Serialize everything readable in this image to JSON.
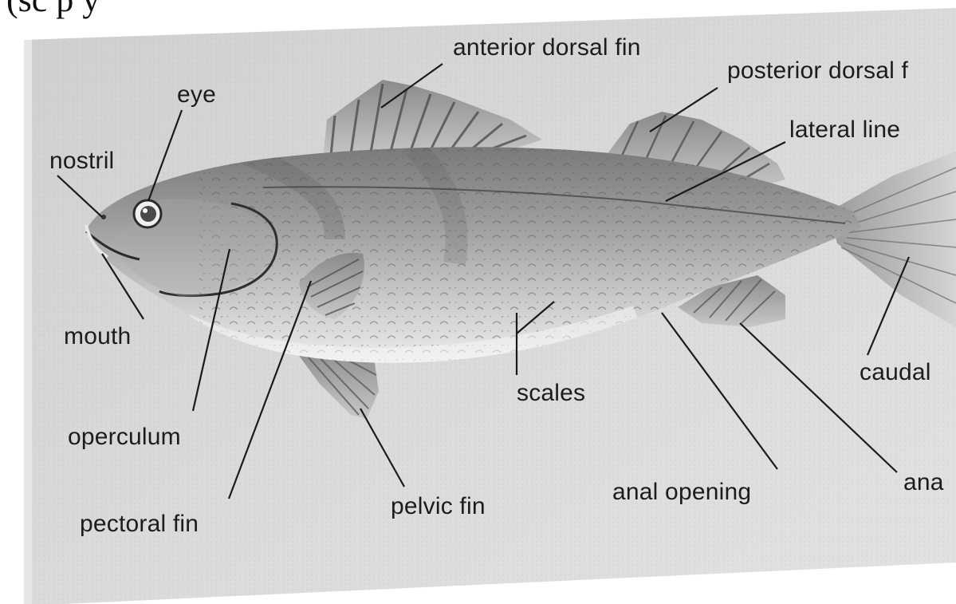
{
  "header": {
    "clipped_text": "(sc p y"
  },
  "colors": {
    "paper": "#d9d9d9",
    "paper_shadow": "#c4c4c4",
    "fish_body": "#b9b9b9",
    "fish_dark": "#6e6e6e",
    "fish_belly": "#ececec",
    "leader_line": "#1a1a1a",
    "label_text": "#1c1c1c"
  },
  "labels": {
    "anterior_dorsal_fin": "anterior dorsal fin",
    "posterior_dorsal_fin": "posterior dorsal f",
    "eye": "eye",
    "lateral_line": "lateral line",
    "nostril": "nostril",
    "mouth": "mouth",
    "operculum": "operculum",
    "pectoral_fin": "pectoral fin",
    "pelvic_fin": "pelvic fin",
    "scales": "scales",
    "anal_opening": "anal opening",
    "anal_fin": "ana",
    "caudal_fin": "caudal"
  }
}
